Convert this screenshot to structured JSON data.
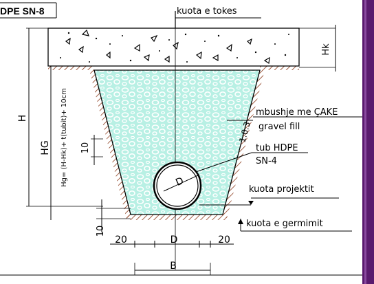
{
  "title": "DPE SN-8",
  "labels": {
    "road_level": "kuota e tokes",
    "fill_material": "mbushje me ÇAKE",
    "fill_material_en": "gravel fill",
    "slope": "1:0.3",
    "pipe_type": "tub HDPE",
    "pipe_class": "SN-4",
    "pipe_diameter": "D",
    "project_level": "kuota projektit",
    "excavation_level": "kuota e germimit"
  },
  "dimensions": {
    "pavement_thickness": "Hk",
    "total_depth": "H",
    "fill_height": "HG",
    "fill_formula": "Hg= (H-Hk)+ t(tubit)+ 10cm",
    "top_cover": "10",
    "bottom_bedding": "10",
    "side_left": "20",
    "pipe_width": "D",
    "side_right": "20",
    "bottom_width": "B"
  },
  "colors": {
    "frame": "#5a1a6e",
    "fill": "#b8f0e4",
    "fill_stone": "#ffffff",
    "soil_hatch": "#8b3a1a",
    "line": "#000000"
  }
}
